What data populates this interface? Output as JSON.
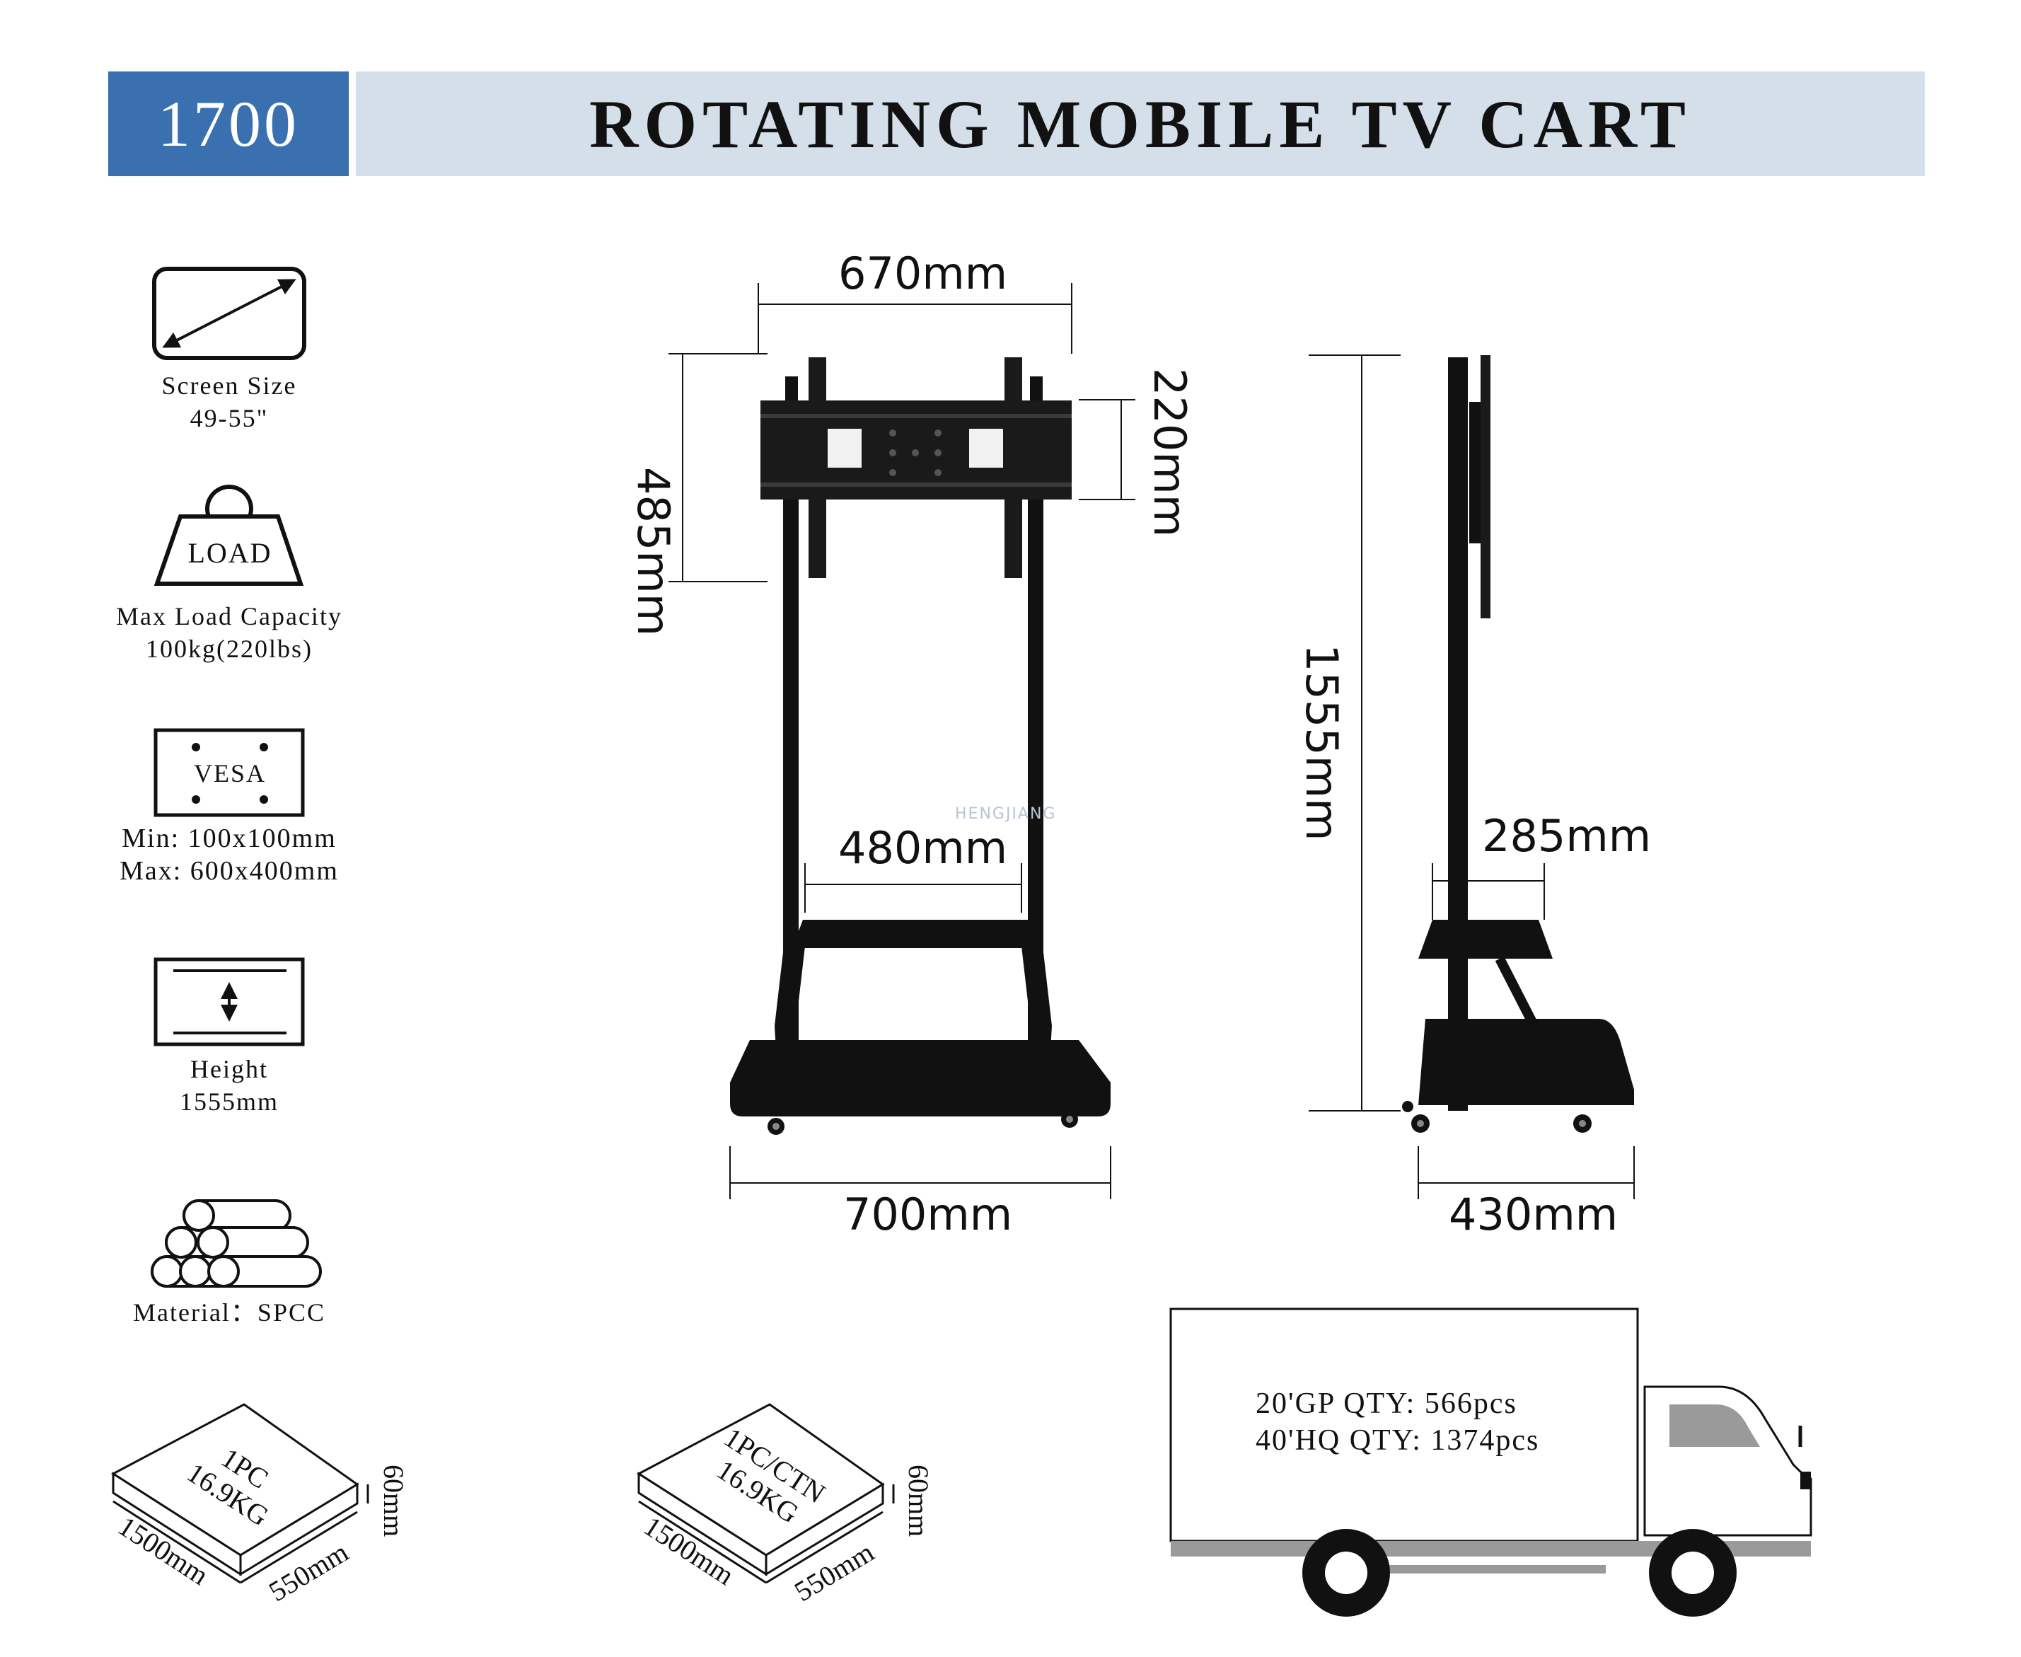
{
  "header": {
    "model": "1700",
    "title": "ROTATING MOBILE TV CART"
  },
  "specs": [
    {
      "icon": "screen-size-icon",
      "line1": "Screen Size",
      "line2": "49-55\""
    },
    {
      "icon": "load-weight-icon",
      "icon_text": "LOAD",
      "line1": "Max Load Capacity",
      "line2": "100kg(220lbs)"
    },
    {
      "icon": "vesa-icon",
      "icon_text": "VESA",
      "line1": "Min: 100x100mm",
      "line2": "Max: 600x400mm"
    },
    {
      "icon": "height-icon",
      "line1": "Height",
      "line2": "1555mm"
    },
    {
      "icon": "material-pipes-icon",
      "line1": "Material：SPCC"
    }
  ],
  "front_view": {
    "top_width": "670mm",
    "bracket_height": "485mm",
    "bracket_inner": "220mm",
    "shelf_width": "480mm",
    "base_width": "700mm"
  },
  "side_view": {
    "total_height": "1555mm",
    "shelf_depth": "285mm",
    "base_depth": "430mm"
  },
  "watermark": "HENGJIANG",
  "packages": [
    {
      "label1": "1PC",
      "label2": "16.9KG",
      "length": "1500mm",
      "width": "550mm",
      "height": "60mm"
    },
    {
      "label1": "1PC/CTN",
      "label2": "16.9KG",
      "length": "1500mm",
      "width": "550mm",
      "height": "60mm"
    }
  ],
  "shipping": {
    "line1": "20'GP QTY: 566pcs",
    "line2": "40'HQ QTY: 1374pcs"
  }
}
